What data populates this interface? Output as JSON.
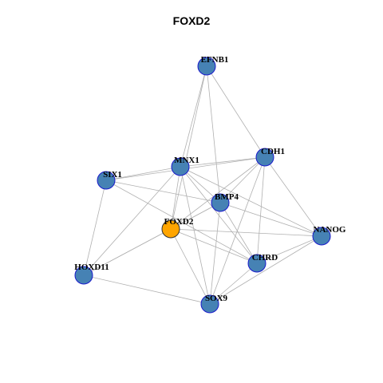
{
  "title": "FOXD2",
  "colors": {
    "node_fill": "#4682B4",
    "node_stroke": "#1a1acc",
    "focus_fill": "#FFA500",
    "focus_stroke": "#333333",
    "edge": "#b0b0b0"
  },
  "network": {
    "nodes": [
      {
        "id": "EFNB1",
        "label": "EFNB1",
        "focus": false
      },
      {
        "id": "CDH1",
        "label": "CDH1",
        "focus": false
      },
      {
        "id": "MNX1",
        "label": "MNX1",
        "focus": false
      },
      {
        "id": "SIX1",
        "label": "SIX1",
        "focus": false
      },
      {
        "id": "BMP4",
        "label": "BMP4",
        "focus": false
      },
      {
        "id": "FOXD2",
        "label": "FOXD2",
        "focus": true
      },
      {
        "id": "NANOG",
        "label": "NANOG",
        "focus": false
      },
      {
        "id": "CHRD",
        "label": "CHRD",
        "focus": false
      },
      {
        "id": "HOXD11",
        "label": "HOXD11",
        "focus": false
      },
      {
        "id": "SOX9",
        "label": "SOX9",
        "focus": false
      }
    ],
    "edges": [
      [
        "EFNB1",
        "MNX1"
      ],
      [
        "EFNB1",
        "CDH1"
      ],
      [
        "EFNB1",
        "BMP4"
      ],
      [
        "EFNB1",
        "FOXD2"
      ],
      [
        "MNX1",
        "CDH1"
      ],
      [
        "MNX1",
        "SIX1"
      ],
      [
        "MNX1",
        "BMP4"
      ],
      [
        "MNX1",
        "FOXD2"
      ],
      [
        "MNX1",
        "CHRD"
      ],
      [
        "MNX1",
        "SOX9"
      ],
      [
        "MNX1",
        "NANOG"
      ],
      [
        "MNX1",
        "HOXD11"
      ],
      [
        "SIX1",
        "CDH1"
      ],
      [
        "SIX1",
        "BMP4"
      ],
      [
        "SIX1",
        "CHRD"
      ],
      [
        "SIX1",
        "HOXD11"
      ],
      [
        "CDH1",
        "BMP4"
      ],
      [
        "CDH1",
        "FOXD2"
      ],
      [
        "CDH1",
        "NANOG"
      ],
      [
        "CDH1",
        "CHRD"
      ],
      [
        "CDH1",
        "SOX9"
      ],
      [
        "BMP4",
        "FOXD2"
      ],
      [
        "BMP4",
        "NANOG"
      ],
      [
        "BMP4",
        "CHRD"
      ],
      [
        "BMP4",
        "SOX9"
      ],
      [
        "BMP4",
        "HOXD11"
      ],
      [
        "FOXD2",
        "HOXD11"
      ],
      [
        "FOXD2",
        "CHRD"
      ],
      [
        "FOXD2",
        "NANOG"
      ],
      [
        "FOXD2",
        "SOX9"
      ],
      [
        "NANOG",
        "CHRD"
      ],
      [
        "NANOG",
        "SOX9"
      ],
      [
        "CHRD",
        "SOX9"
      ],
      [
        "HOXD11",
        "SOX9"
      ]
    ]
  }
}
